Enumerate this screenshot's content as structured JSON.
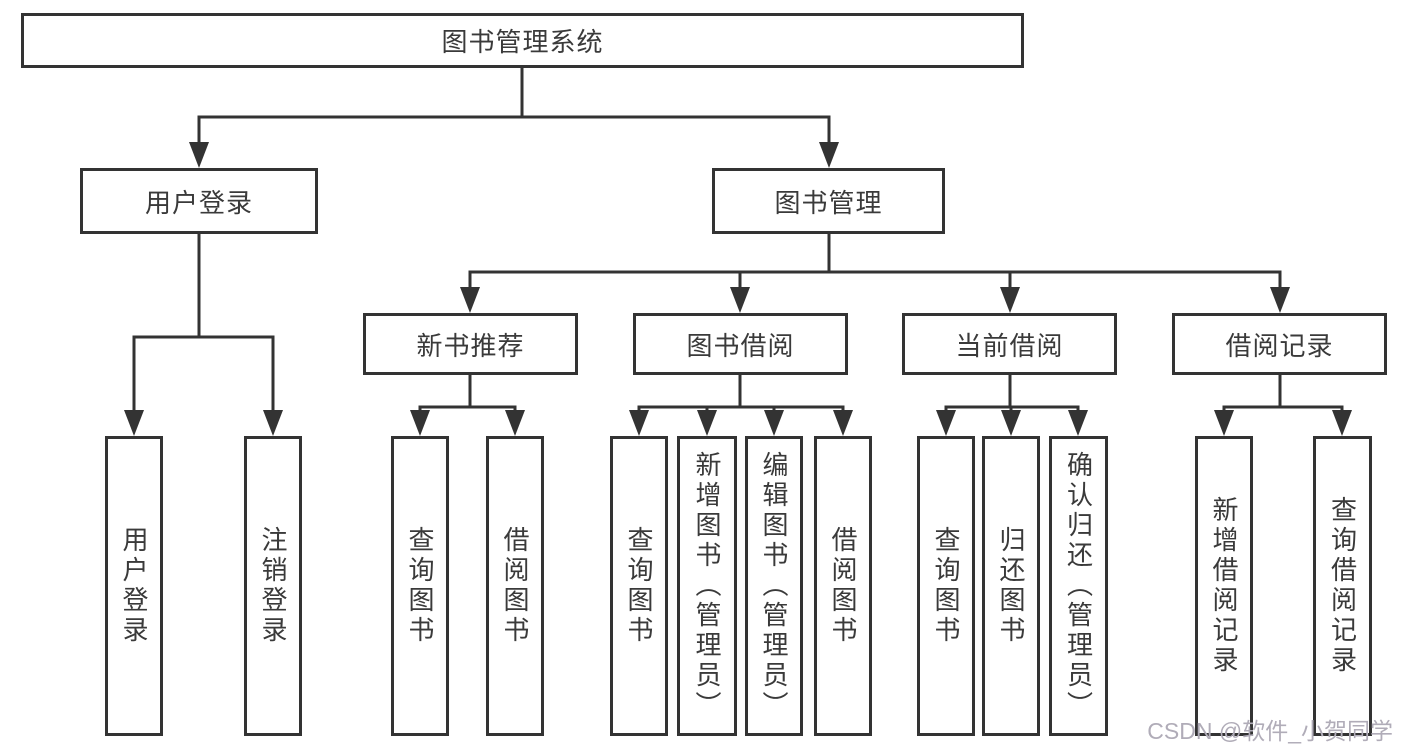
{
  "diagram": {
    "root": "图书管理系统",
    "login": {
      "label": "用户登录",
      "children": [
        "用户登录",
        "注销登录"
      ]
    },
    "management": {
      "label": "图书管理",
      "groups": [
        {
          "label": "新书推荐",
          "children": [
            "查询图书",
            "借阅图书"
          ]
        },
        {
          "label": "图书借阅",
          "children": [
            "查询图书",
            "新增图书（管理员）",
            "编辑图书（管理员）",
            "借阅图书"
          ]
        },
        {
          "label": "当前借阅",
          "children": [
            "查询图书",
            "归还图书",
            "确认归还（管理员）"
          ]
        },
        {
          "label": "借阅记录",
          "children": [
            "新增借阅记录",
            "查询借阅记录"
          ]
        }
      ]
    }
  },
  "watermark": "CSDN @软件_小贺同学",
  "colors": {
    "line": "#333333",
    "text": "#3a3a3a",
    "box_background": "#ffffff",
    "page_background": "#ffffff",
    "watermark": "#b0acb8"
  }
}
